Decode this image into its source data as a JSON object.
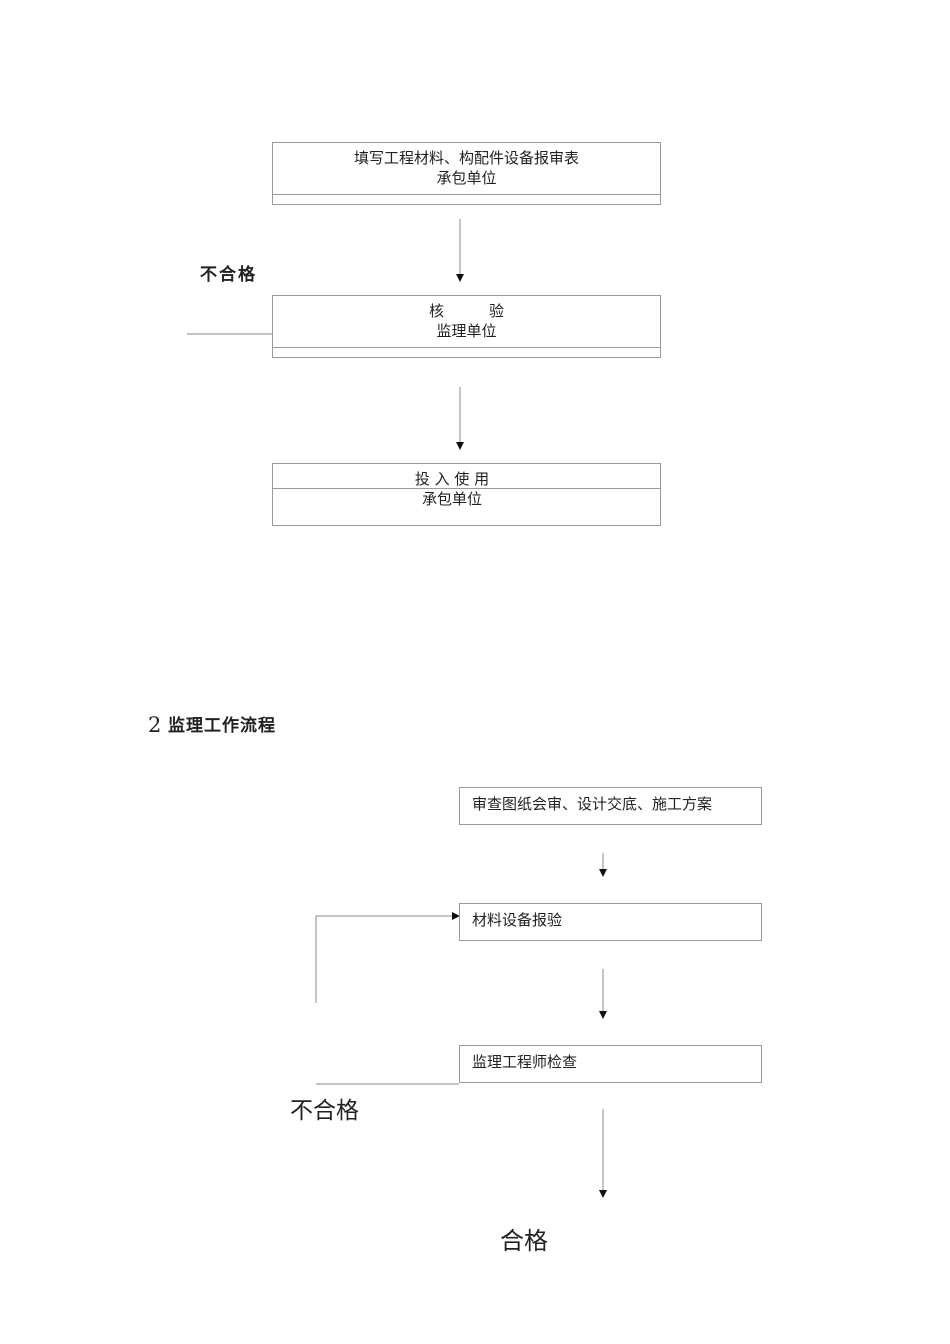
{
  "flow1": {
    "step1": {
      "line1": "填写工程材料、构配件设备报审表",
      "line2": "承包单位"
    },
    "step2": {
      "line1": "核　　　验",
      "line2": "监理单位"
    },
    "step3": {
      "line1": "投 入 使 用",
      "line2": "承包单位"
    },
    "reject_label": "不合格"
  },
  "section2": {
    "number": "2",
    "title": "监理工作流程"
  },
  "flow2": {
    "step1": "审查图纸会审、设计交底、施工方案",
    "step2": "材料设备报验",
    "step3": "监理工程师检查",
    "reject_label": "不合格",
    "pass_label": "合格"
  }
}
